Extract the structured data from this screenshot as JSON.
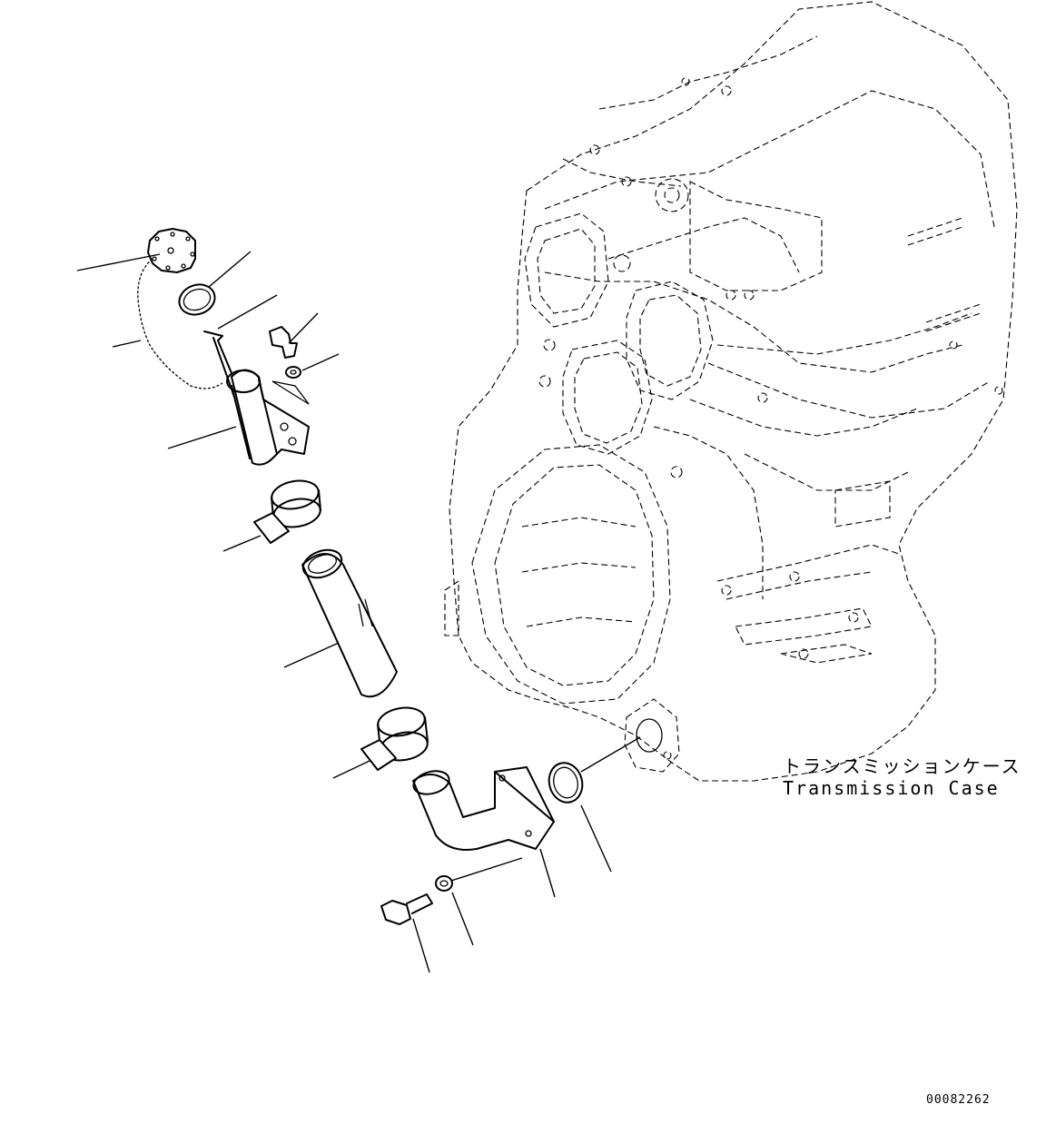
{
  "labels": {
    "case_jp": "トランスミッションケース",
    "case_en": "Transmission Case",
    "drawing_number": "00082262"
  }
}
